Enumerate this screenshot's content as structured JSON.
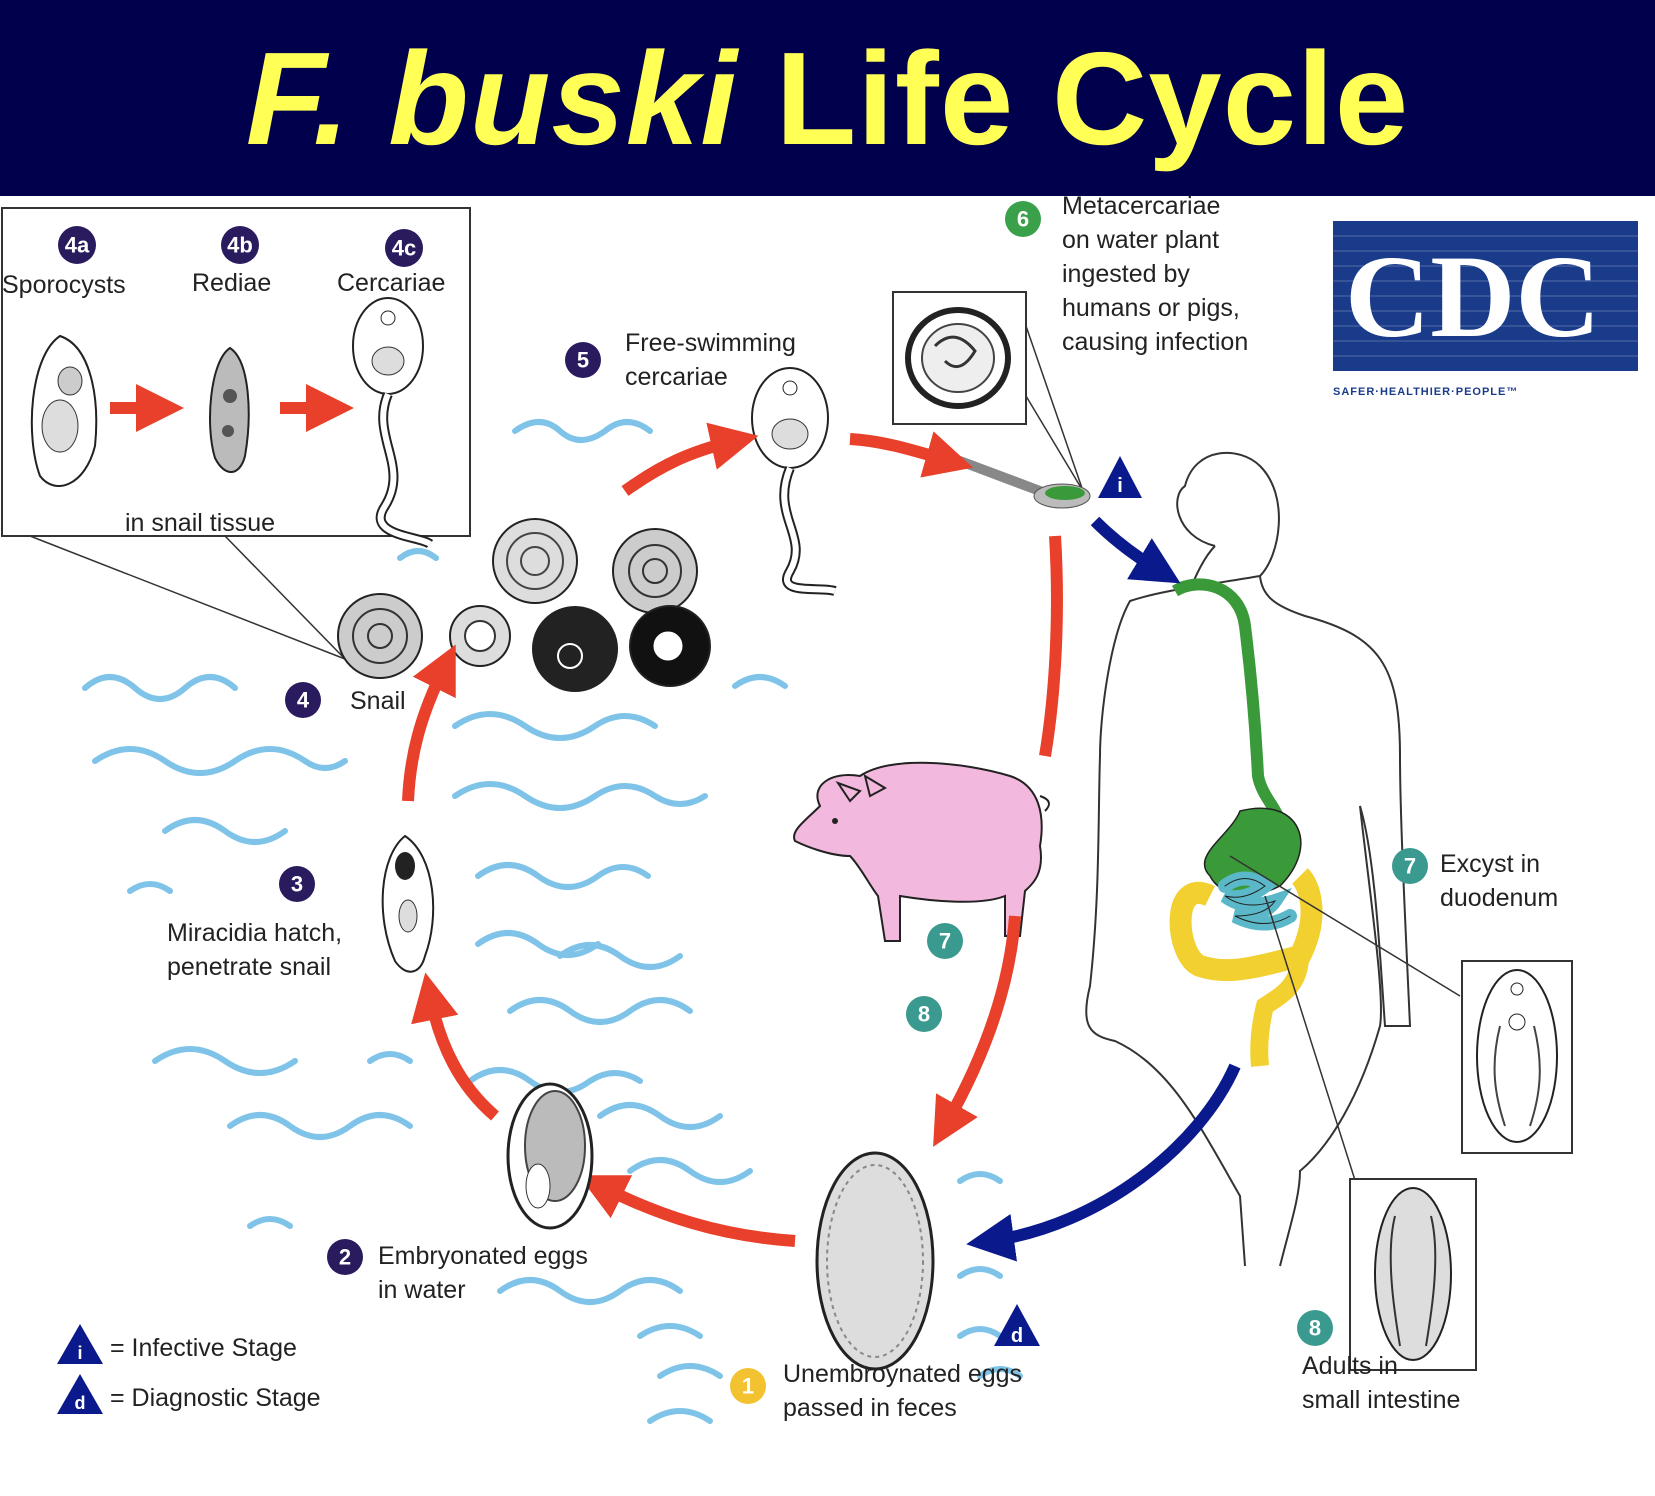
{
  "title": {
    "italic": "F. buski",
    "rest": "Life Cycle"
  },
  "colors": {
    "title_bg": "#00004d",
    "title_text": "#ffff55",
    "red_arrow": "#e8402a",
    "blue_arrow": "#0a1a8c",
    "water": "#7fc4e8",
    "purple_marker": "#2a1a5e",
    "green_marker": "#3aa04a",
    "teal_marker": "#3a9a90",
    "yellow_marker": "#f2c230",
    "pig": "#f3b8dd",
    "gut_green": "#3a9a3a",
    "colon_yellow": "#f2d030",
    "small_intestine": "#5bb8c8",
    "cdc_blue": "#1a3b8a"
  },
  "inset": {
    "caption": "in snail tissue",
    "stages": [
      {
        "marker": "4a",
        "label": "Sporocysts"
      },
      {
        "marker": "4b",
        "label": "Rediae"
      },
      {
        "marker": "4c",
        "label": "Cercariae"
      }
    ]
  },
  "stages": {
    "s1": {
      "marker": "1",
      "line1": "Unembroynated eggs",
      "line2": "passed in feces"
    },
    "s2": {
      "marker": "2",
      "line1": "Embryonated eggs",
      "line2": "in water"
    },
    "s3": {
      "marker": "3",
      "line1": "Miracidia hatch,",
      "line2": "penetrate snail"
    },
    "s4": {
      "marker": "4",
      "line1": "Snail"
    },
    "s5": {
      "marker": "5",
      "line1": "Free-swimming",
      "line2": "cercariae"
    },
    "s6": {
      "marker": "6",
      "lines": [
        "Metacercariae",
        "on water plant",
        "ingested by",
        "humans or pigs,",
        "causing infection"
      ]
    },
    "s7": {
      "marker": "7",
      "line1": "Excyst in",
      "line2": "duodenum"
    },
    "s8": {
      "marker": "8",
      "line1": "Adults in",
      "line2": "small intestine"
    },
    "pig7": {
      "marker": "7"
    },
    "pig8": {
      "marker": "8"
    }
  },
  "markers": {
    "infective": "i",
    "diagnostic": "d"
  },
  "legend": {
    "infective": "= Infective Stage",
    "diagnostic": "= Diagnostic Stage"
  },
  "logo": {
    "text": "CDC",
    "tagline": "SAFER·HEALTHIER·PEOPLE™"
  }
}
